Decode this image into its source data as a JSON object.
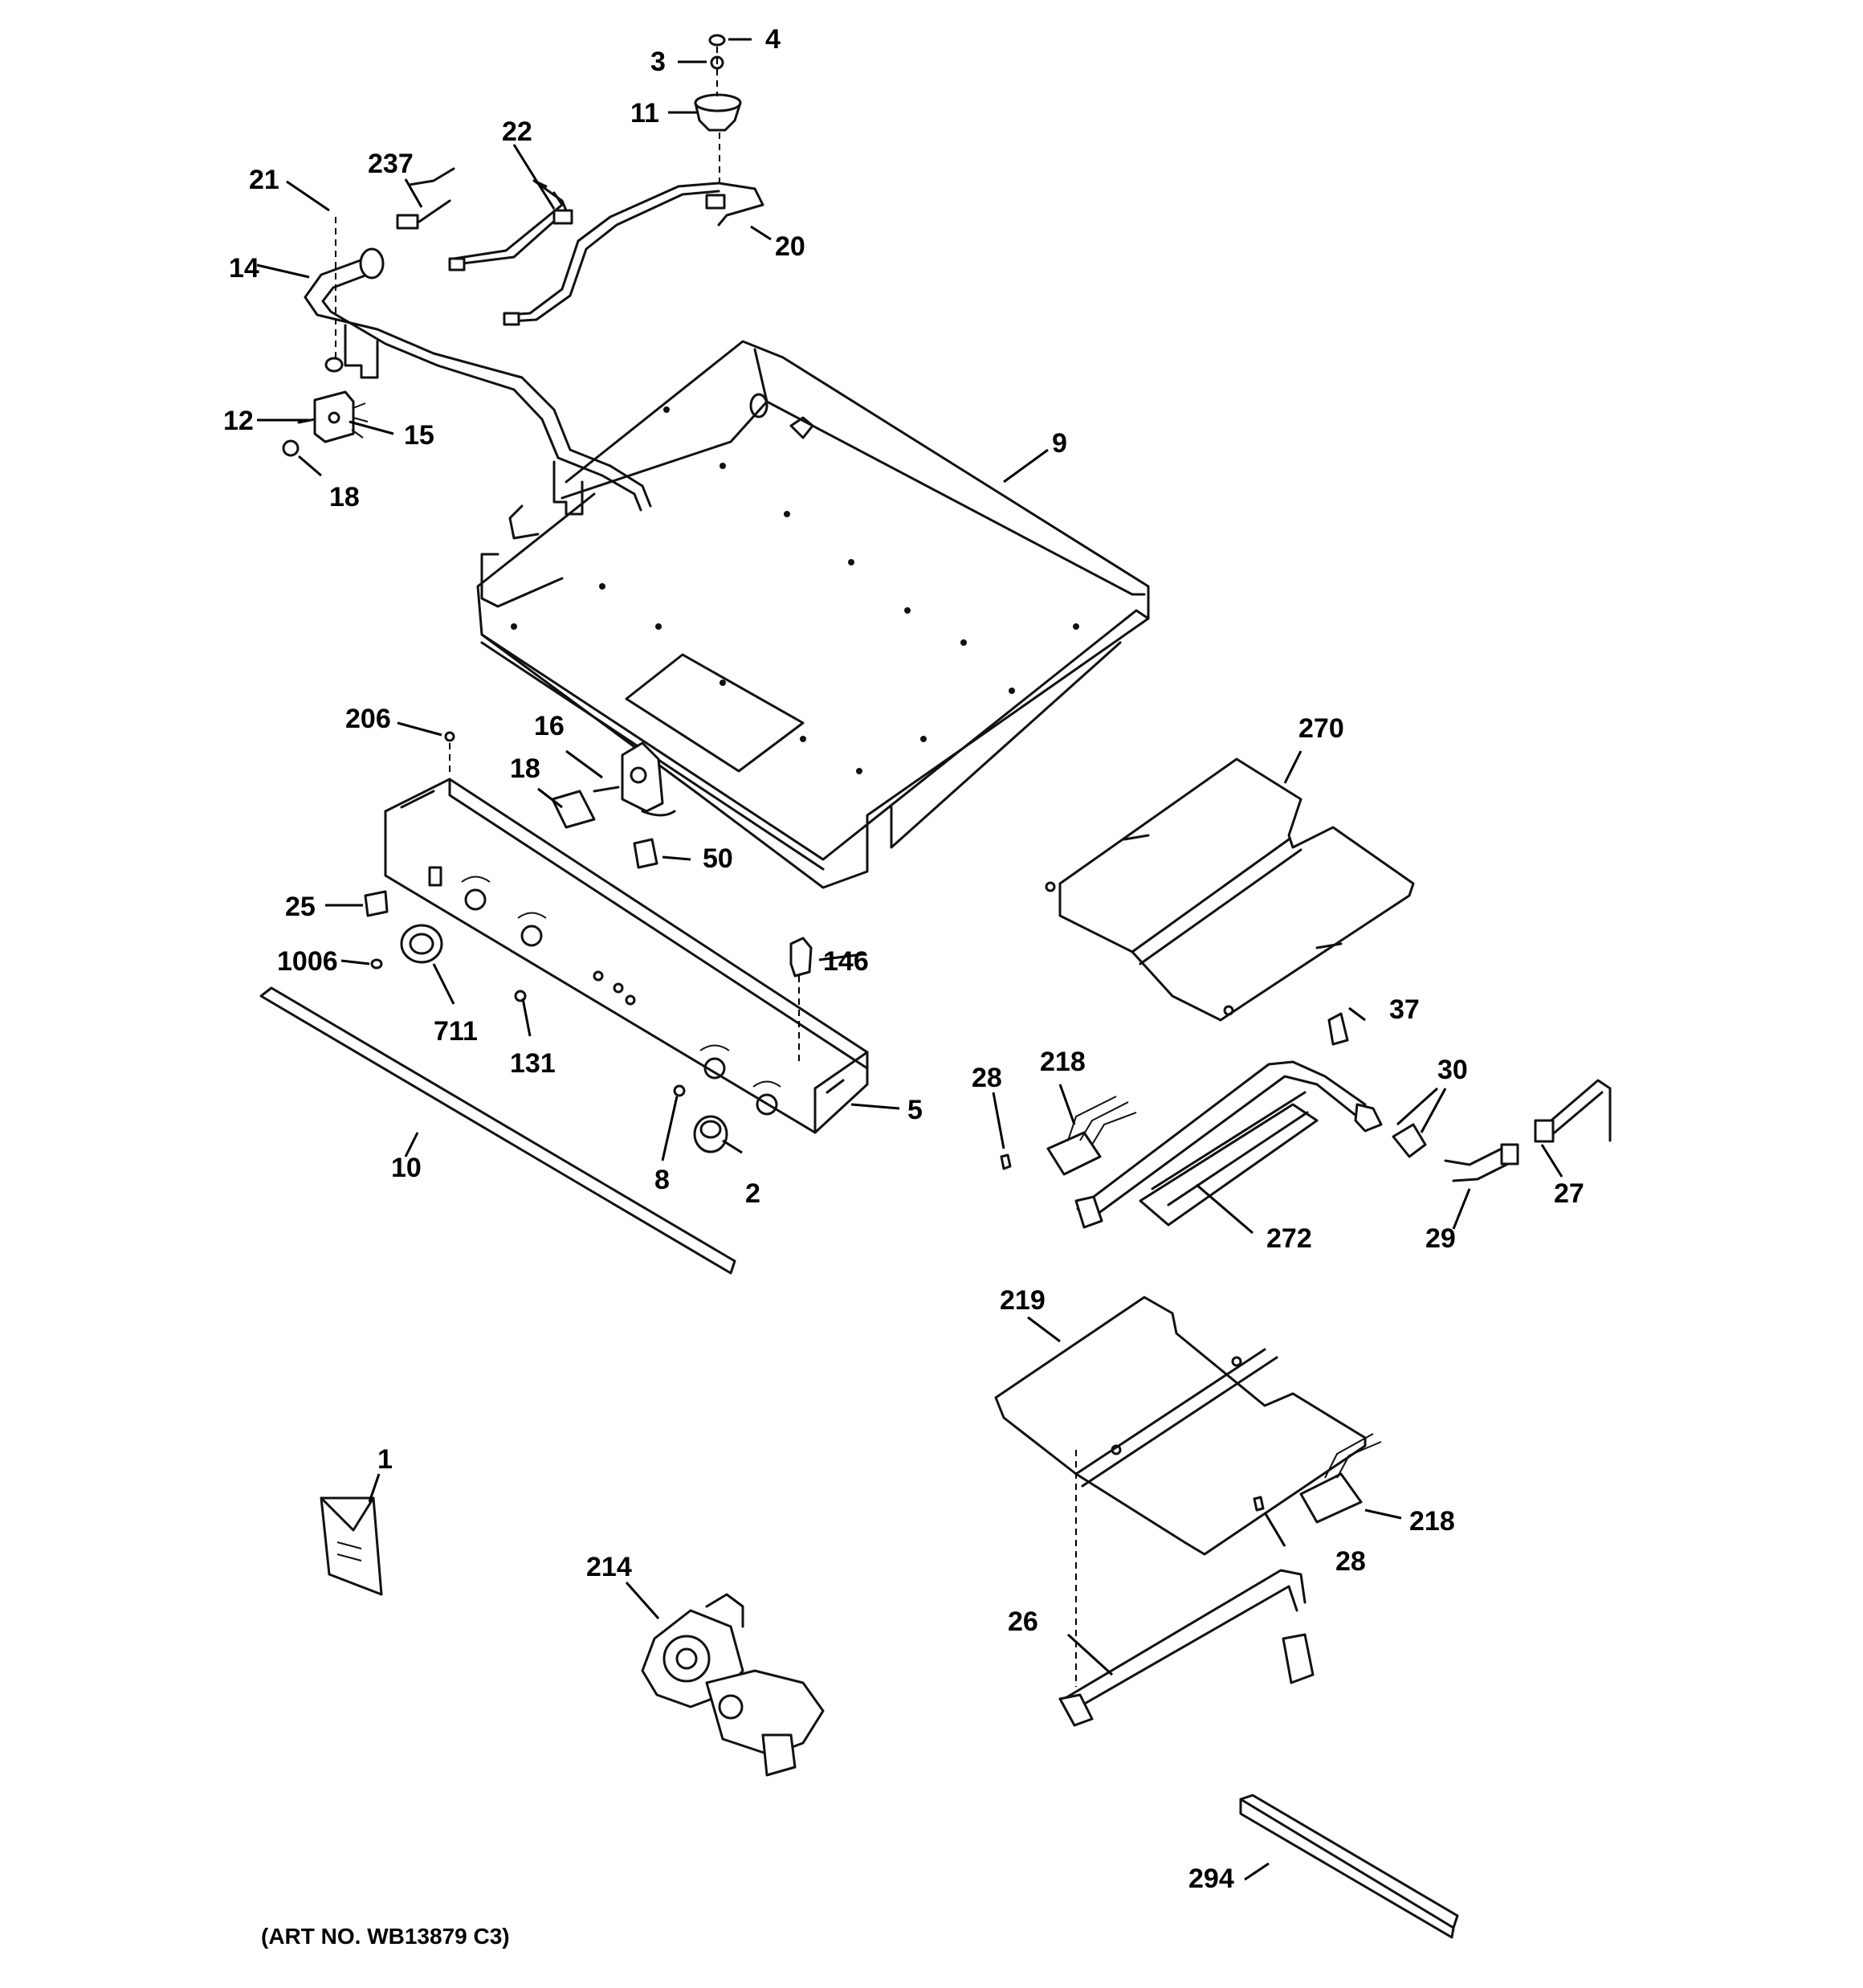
{
  "callouts": [
    {
      "id": "c4",
      "text": "4"
    },
    {
      "id": "c3",
      "text": "3"
    },
    {
      "id": "c11",
      "text": "11"
    },
    {
      "id": "c22",
      "text": "22"
    },
    {
      "id": "c237",
      "text": "237"
    },
    {
      "id": "c21",
      "text": "21"
    },
    {
      "id": "c20",
      "text": "20"
    },
    {
      "id": "c14",
      "text": "14"
    },
    {
      "id": "c12",
      "text": "12"
    },
    {
      "id": "c15",
      "text": "15"
    },
    {
      "id": "c18a",
      "text": "18"
    },
    {
      "id": "c9",
      "text": "9"
    },
    {
      "id": "c206",
      "text": "206"
    },
    {
      "id": "c16",
      "text": "16"
    },
    {
      "id": "c18b",
      "text": "18"
    },
    {
      "id": "c50",
      "text": "50"
    },
    {
      "id": "c270",
      "text": "270"
    },
    {
      "id": "c25",
      "text": "25"
    },
    {
      "id": "c1006",
      "text": "1006"
    },
    {
      "id": "c711",
      "text": "711"
    },
    {
      "id": "c131",
      "text": "131"
    },
    {
      "id": "c146",
      "text": "146"
    },
    {
      "id": "c37",
      "text": "37"
    },
    {
      "id": "c30",
      "text": "30"
    },
    {
      "id": "c218a",
      "text": "218"
    },
    {
      "id": "c28a",
      "text": "28"
    },
    {
      "id": "c5",
      "text": "5"
    },
    {
      "id": "c10",
      "text": "10"
    },
    {
      "id": "c8",
      "text": "8"
    },
    {
      "id": "c2",
      "text": "2"
    },
    {
      "id": "c272",
      "text": "272"
    },
    {
      "id": "c29",
      "text": "29"
    },
    {
      "id": "c27",
      "text": "27"
    },
    {
      "id": "c219",
      "text": "219"
    },
    {
      "id": "c1",
      "text": "1"
    },
    {
      "id": "c214",
      "text": "214"
    },
    {
      "id": "c218b",
      "text": "218"
    },
    {
      "id": "c28b",
      "text": "28"
    },
    {
      "id": "c26",
      "text": "26"
    },
    {
      "id": "c294",
      "text": "294"
    }
  ],
  "footer": {
    "art_number": "(ART NO. WB13879 C3)"
  }
}
